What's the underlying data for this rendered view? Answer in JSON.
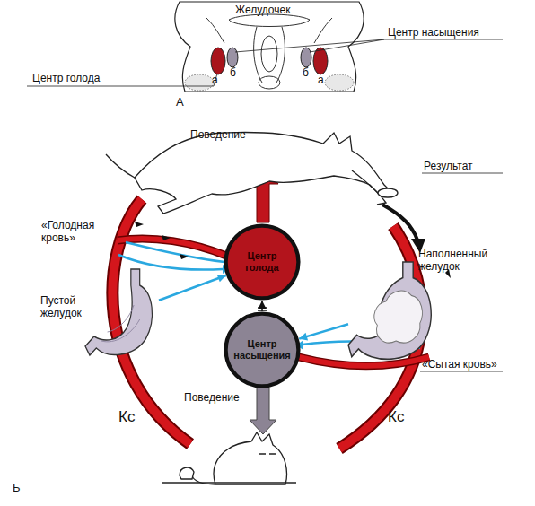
{
  "diagram": {
    "nodes": [
      {
        "text": [
          "Центр голода"
        ]
      },
      {
        "text": [
          "Центр насыщения"
        ]
      },
      {
        "text": [
          "Пустой желудок"
        ]
      },
      {
        "text": [
          "Наполненный желудок"
        ]
      }
    ],
    "edges": [
      {
        "from": 2,
        "to": 0,
        "arrow": "to"
      },
      {
        "from": 3,
        "to": 1,
        "arrow": "to"
      },
      {
        "from": 1,
        "to": 0,
        "arrow": "to"
      }
    ],
    "labels": [
      "Желудочек",
      "Центр насыщения",
      "Центр голода",
      "а",
      "б",
      "б",
      "а",
      "А",
      "Поведение",
      "Результат",
      "«Голодная кровь»",
      "«Сытая кровь»",
      "Поведение",
      "Кс",
      "Кс",
      "Б"
    ]
  }
}
